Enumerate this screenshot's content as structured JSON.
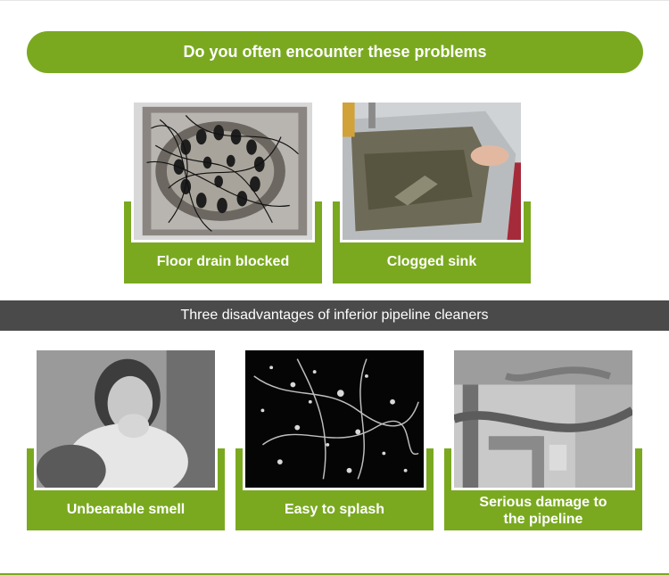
{
  "banner": {
    "title": "Do you often encounter these problems"
  },
  "problems": [
    {
      "label": "Floor drain blocked"
    },
    {
      "label": "Clogged sink"
    }
  ],
  "section_bar": {
    "title": "Three disadvantages of inferior pipeline cleaners"
  },
  "disadvantages": [
    {
      "label": "Unbearable smell"
    },
    {
      "label": "Easy to splash"
    },
    {
      "label_line1": "Serious damage to",
      "label_line2": "the pipeline"
    }
  ],
  "colors": {
    "accent_green": "#7aa920",
    "dark_bar": "#4a4a4a"
  }
}
